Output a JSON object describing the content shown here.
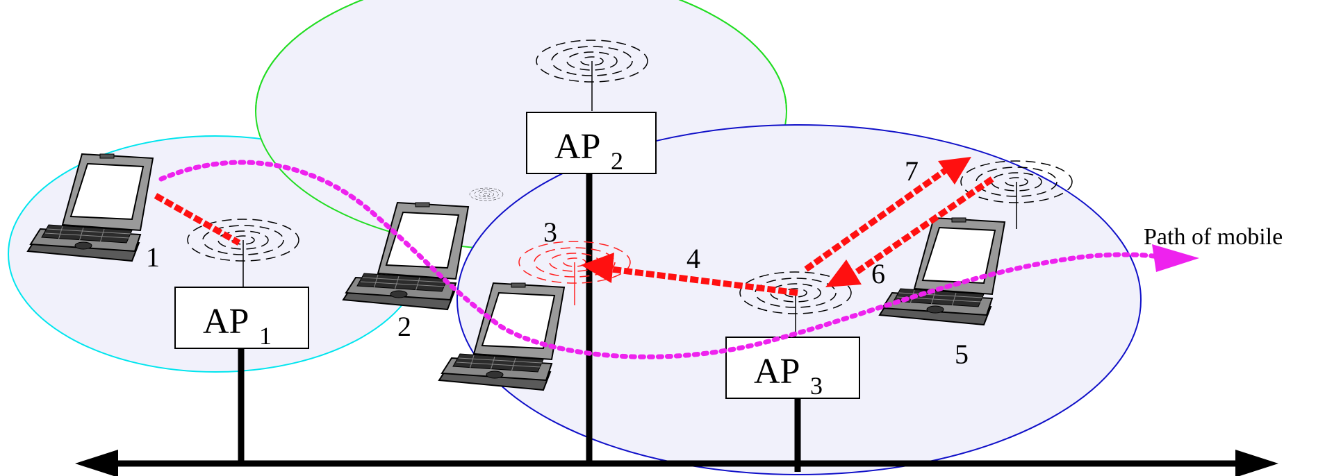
{
  "diagram": {
    "access_points": [
      {
        "label": "AP",
        "subscript": "1"
      },
      {
        "label": "AP",
        "subscript": "2"
      },
      {
        "label": "AP",
        "subscript": "3"
      }
    ],
    "steps": [
      "1",
      "2",
      "3",
      "4",
      "5",
      "6",
      "7"
    ],
    "path_label": "Path of mobile",
    "colors": {
      "cell_ap1": "#00e5ee",
      "cell_ap2": "#22dd22",
      "cell_ap3": "#1010c8",
      "cell_ap3_fill": "#f1f1fb",
      "path": "#ee22ee",
      "signal_arrows": "#ff1010",
      "bus": "#000000"
    },
    "icons": [
      "laptop-icon",
      "antenna-icon",
      "signal-waves-icon"
    ]
  }
}
